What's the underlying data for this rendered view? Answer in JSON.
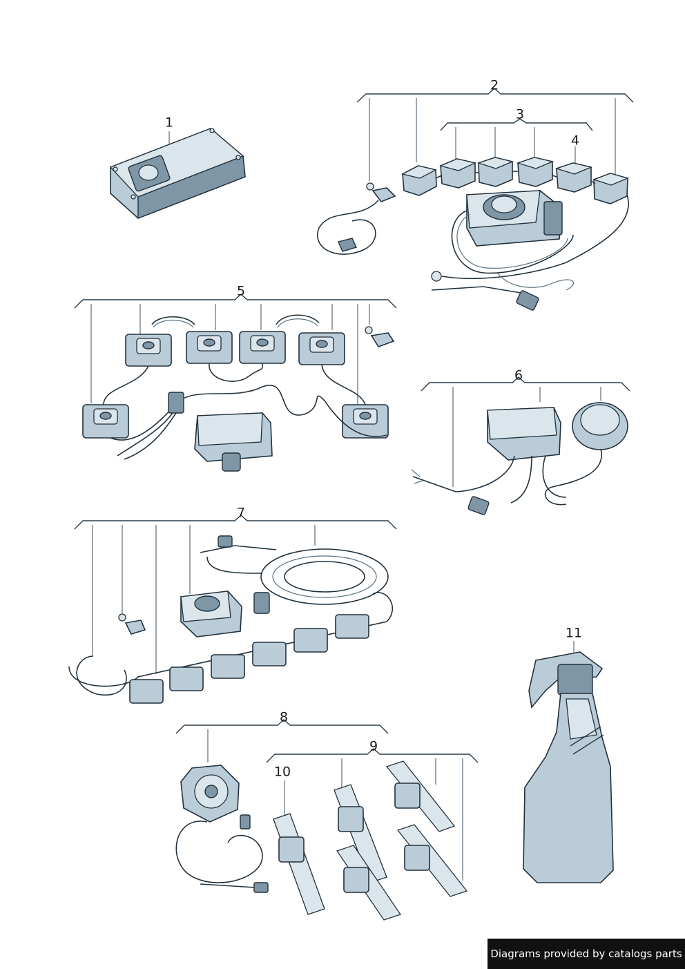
{
  "callouts": {
    "c1": "1",
    "c2": "2",
    "c3": "3",
    "c4": "4",
    "c5": "5",
    "c6": "6",
    "c7": "7",
    "c8": "8",
    "c9": "9",
    "c10": "10",
    "c11": "11"
  },
  "credit": "Diagrams provided by catalogs parts",
  "colors": {
    "part_fill": "#b9ccd7",
    "outline": "#22313c",
    "shade": "#7e96a6",
    "banner": "#111111"
  }
}
